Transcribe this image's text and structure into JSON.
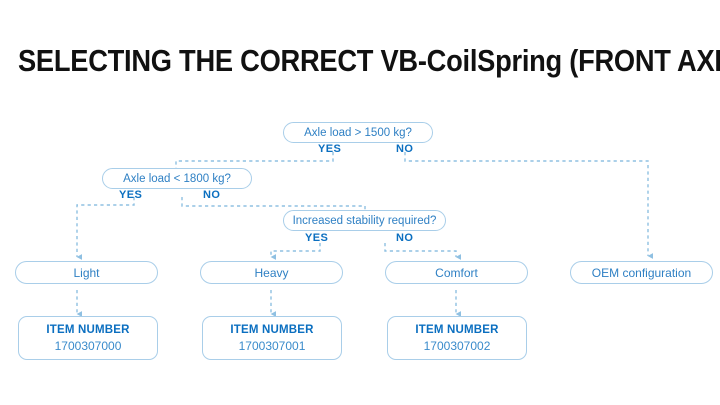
{
  "page": {
    "title": "SELECTING THE CORRECT VB-CoilSpring (FRONT AXLE)",
    "background": "#ffffff"
  },
  "colors": {
    "title_text": "#111111",
    "node_border": "#a9cee9",
    "node_text": "#2f80c4",
    "branch_label": "#0b6fc0",
    "item_header": "#0b6fc0",
    "item_number": "#3a8bcb",
    "connector": "#8fc0e2"
  },
  "flow": {
    "decisions": [
      {
        "id": "d1",
        "label": "Axle load > 1500 kg?",
        "yes": "YES",
        "no": "NO"
      },
      {
        "id": "d2",
        "label": "Axle load < 1800 kg?",
        "yes": "YES",
        "no": "NO"
      },
      {
        "id": "d3",
        "label": "Increased stability required?",
        "yes": "YES",
        "no": "NO"
      }
    ],
    "categories": [
      {
        "id": "c1",
        "label": "Light"
      },
      {
        "id": "c2",
        "label": "Heavy"
      },
      {
        "id": "c3",
        "label": "Comfort"
      },
      {
        "id": "c4",
        "label": "OEM configuration"
      }
    ],
    "items": [
      {
        "id": "i1",
        "header": "ITEM NUMBER",
        "number": "1700307000"
      },
      {
        "id": "i2",
        "header": "ITEM NUMBER",
        "number": "1700307001"
      },
      {
        "id": "i3",
        "header": "ITEM NUMBER",
        "number": "1700307002"
      }
    ]
  }
}
